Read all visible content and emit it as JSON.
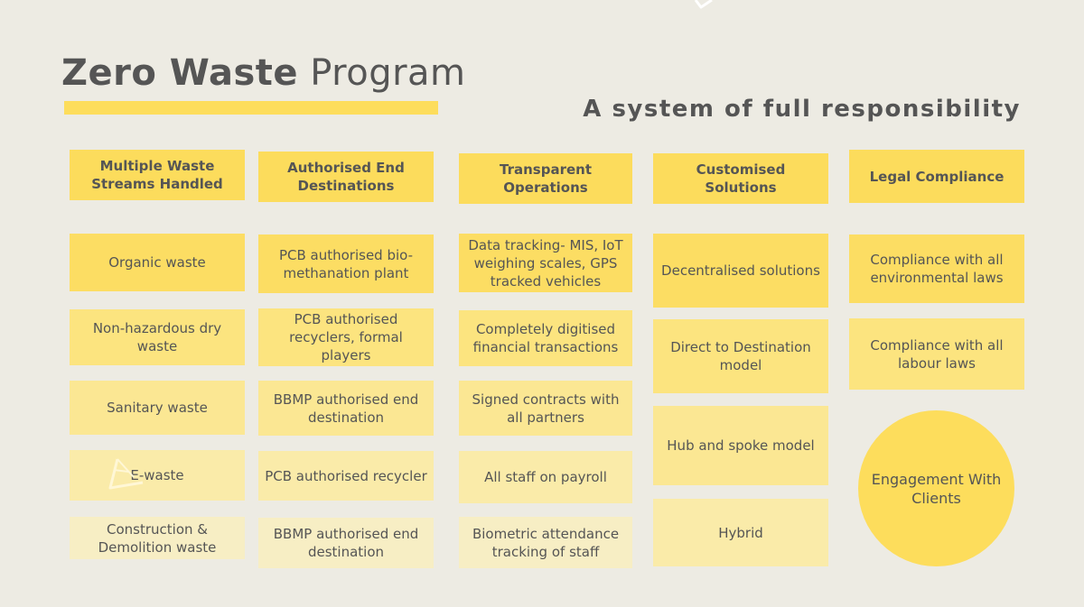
{
  "title": {
    "bold": "Zero Waste",
    "normal": "Program"
  },
  "subtitle": "A system of full responsibility",
  "columns": [
    {
      "header": "Multiple Waste Streams Handled",
      "items": [
        "Organic waste",
        "Non-hazardous dry waste",
        "Sanitary waste",
        "E-waste",
        "Construction & Demolition waste"
      ]
    },
    {
      "header": "Authorised End Destinations",
      "items": [
        "PCB authorised bio-methanation plant",
        "PCB authorised recyclers, formal players",
        "BBMP authorised end destination",
        "PCB authorised recycler",
        "BBMP authorised end destination"
      ]
    },
    {
      "header": "Transparent Operations",
      "items": [
        "Data tracking- MIS, IoT weighing scales, GPS tracked vehicles",
        "Completely digitised financial transactions",
        "Signed contracts with all partners",
        "All staff on payroll",
        "Biometric attendance tracking of staff"
      ]
    },
    {
      "header": "Customised Solutions",
      "items": [
        "Decentralised solutions",
        "Direct to Destination model",
        "Hub and spoke model",
        "Hybrid"
      ]
    },
    {
      "header": "Legal Compliance",
      "items": [
        "Compliance with all environmental laws",
        "Compliance with all labour laws"
      ]
    }
  ],
  "engagement": "Engagement With Clients",
  "colors": {
    "background": "#edebe3",
    "accent": "#fddd5c",
    "text": "#555555"
  },
  "icons": {
    "decoration": "recycle-triangle-icon"
  }
}
